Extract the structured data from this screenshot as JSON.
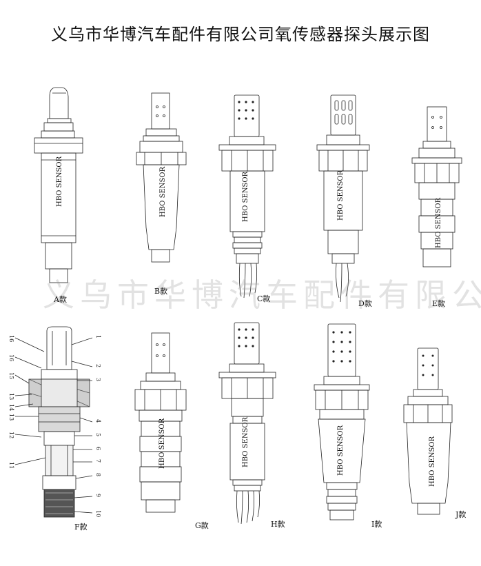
{
  "title": "义乌市华博汽车配件有限公司氧传感器探头展示图",
  "watermark": "义乌市华博汽车配件有限公司",
  "brand_text": "HBO SENSOR",
  "sensors": [
    {
      "label": "A款"
    },
    {
      "label": "B款"
    },
    {
      "label": "C款"
    },
    {
      "label": "D款"
    },
    {
      "label": "E款"
    },
    {
      "label": "F款"
    },
    {
      "label": "G款"
    },
    {
      "label": "H款"
    },
    {
      "label": "I款"
    },
    {
      "label": "J款"
    }
  ],
  "callouts_left": [
    "16",
    "16",
    "15",
    "13",
    "14",
    "13",
    "12",
    "11"
  ],
  "callouts_right": [
    "1",
    "2",
    "3",
    "4",
    "5",
    "6",
    "7",
    "8",
    "9",
    "10"
  ]
}
